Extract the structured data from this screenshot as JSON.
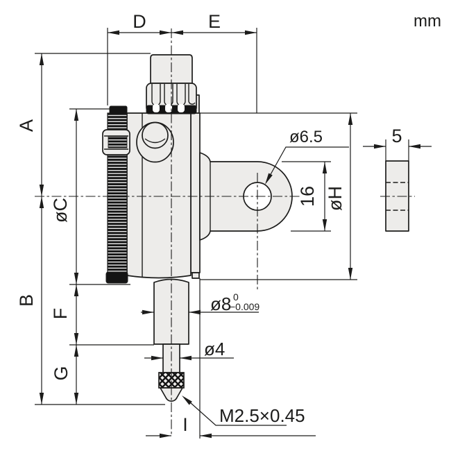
{
  "unit": "mm",
  "dims": {
    "A": "A",
    "B": "B",
    "C": "øC",
    "D": "D",
    "E": "E",
    "F": "F",
    "G": "G",
    "H": "øH",
    "I": "I",
    "lug_hole_dia": "ø6.5",
    "lug_height": "16",
    "lug_thickness": "5",
    "stem_dia": "ø8",
    "stem_tol_upper": "0",
    "stem_tol_lower": "−0.009",
    "spindle_dia": "ø4",
    "thread_spec": "M2.5×0.45"
  },
  "colors": {
    "line": "#1c1c1b",
    "fill": "#edecea",
    "knurl": "#141414",
    "background": "#ffffff"
  }
}
